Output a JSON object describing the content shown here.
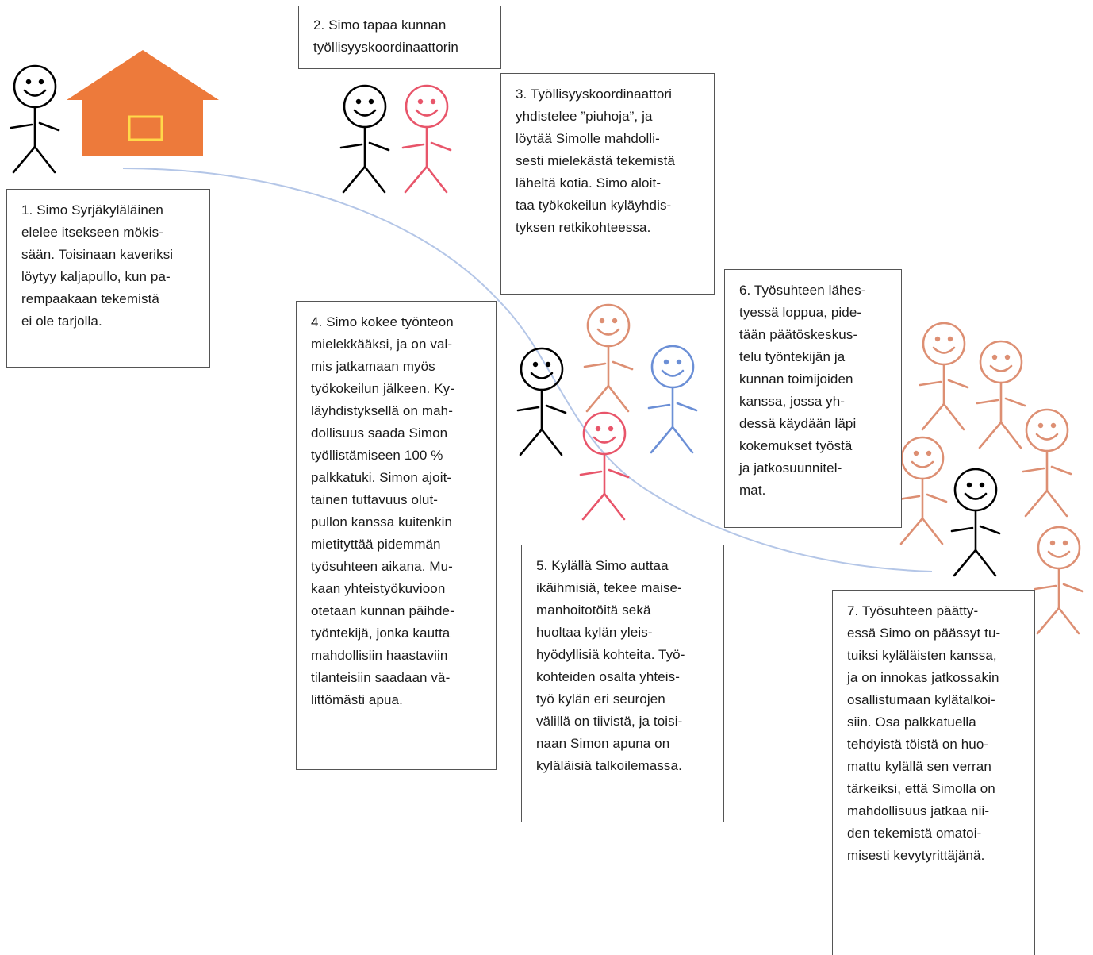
{
  "steps": [
    {
      "id": "box1",
      "text": "1. Simo Syrjäkyläläinen\nelelee itsekseen mökis-\nsään. Toisinaan kaveriksi\nlöytyy kaljapullo, kun pa-\nrempaakaan tekemistä\nei ole tarjolla."
    },
    {
      "id": "box2",
      "text": "2. Simo tapaa kunnan\ntyöllisyyskoordinaattorin"
    },
    {
      "id": "box3",
      "text": "3. Työllisyyskoordinaattori\nyhdistelee ”piuhoja”, ja\nlöytää Simolle mahdolli-\nsesti mielekästä tekemistä\nläheltä kotia.  Simo aloit-\ntaa työkokeilun kyläyhdis-\ntyksen retkikohteessa."
    },
    {
      "id": "box4",
      "text": "4. Simo kokee työnteon\nmielekkääksi, ja on val-\nmis jatkamaan myös\ntyökokeilun jälkeen. Ky-\nläyhdistyksellä on mah-\ndollisuus saada Simon\ntyöllistämiseen 100 %\npalkkatuki. Simon ajoit-\ntainen tuttavuus olut-\npullon kanssa kuitenkin\nmietityttää pidemmän\ntyösuhteen aikana. Mu-\nkaan yhteistyökuvioon\notetaan kunnan päihde-\ntyöntekijä, jonka kautta\nmahdollisiin haastaviin\ntilanteisiin saadaan vä-\nlittömästi apua."
    },
    {
      "id": "box5",
      "text": "5. Kylällä Simo auttaa\nikäihmisiä, tekee maise-\nmanhoitotöitä sekä\nhuoltaa kylän yleis-\nhyödyllisiä kohteita. Työ-\nkohteiden osalta yhteis-\ntyö kylän eri seurojen\nvälillä on tiivistä, ja toisi-\nnaan Simon apuna on\nkyläläisiä talkoilemassa."
    },
    {
      "id": "box6",
      "text": "6. Työsuhteen lähes-\ntyessä loppua, pide-\ntään päätöskeskus-\ntelu työntekijän ja\nkunnan toimijoiden\nkanssa, jossa yh-\ndessä käydään läpi\nkokemukset työstä\nja jatkosuunnitel-\nmat."
    },
    {
      "id": "box7",
      "text": "7. Työsuhteen päätty-\nessä Simo on päässyt tu-\ntuiksi kyläläisten kanssa,\nja on innokas jatkossakin\nosallistumaan kylätalkoi-\nsiin. Osa palkkatuella\ntehdyistä töistä on huo-\nmattu kylällä sen verran\ntärkeiksi, että Simolla on\nmahdollisuus jatkaa nii-\nden tekemistä omatoi-\nmisesti kevytyrittäjänä."
    }
  ],
  "figures": [
    {
      "name": "simo-stick-figure",
      "color": "#000000"
    },
    {
      "name": "simo-stick-figure",
      "color": "#000000"
    },
    {
      "name": "coordinator-stick-figure",
      "color": "#e8556a"
    },
    {
      "name": "simo-stick-figure",
      "color": "#000000"
    },
    {
      "name": "villager-stick-figure",
      "color": "#dd8f73"
    },
    {
      "name": "villager-stick-figure",
      "color": "#6b8fd6"
    },
    {
      "name": "coordinator-stick-figure",
      "color": "#e8556a"
    },
    {
      "name": "villager-stick-figure",
      "color": "#dd8f73"
    },
    {
      "name": "villager-stick-figure",
      "color": "#dd8f73"
    },
    {
      "name": "villager-stick-figure",
      "color": "#dd8f73"
    },
    {
      "name": "villager-stick-figure",
      "color": "#dd8f73"
    },
    {
      "name": "villager-stick-figure",
      "color": "#dd8f73"
    },
    {
      "name": "simo-stick-figure",
      "color": "#000000"
    }
  ],
  "colors": {
    "house_fill": "#ed7a3b",
    "house_window": "#ffd94a",
    "path_line": "#b4c6e7",
    "box_border": "#555555"
  }
}
